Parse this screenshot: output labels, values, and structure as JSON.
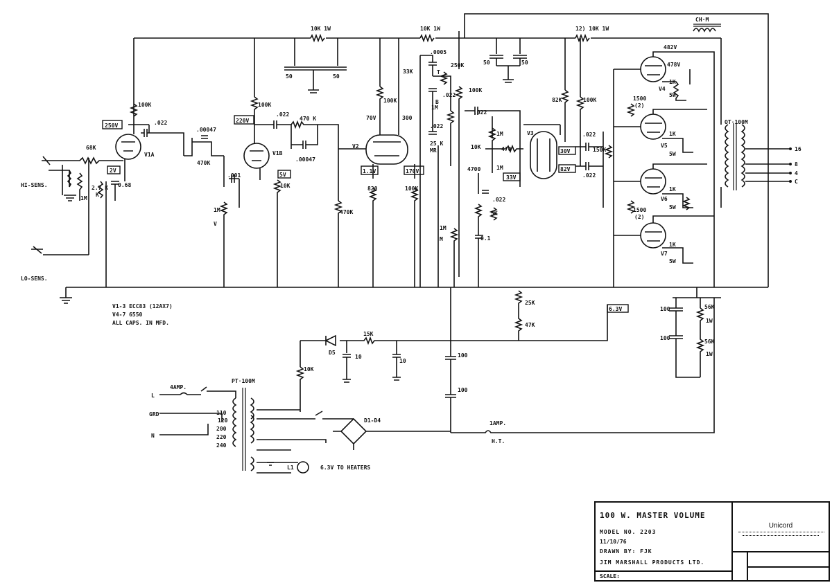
{
  "labels": {
    "r_10k_1w_a": "10K 1W",
    "r_10k_1w_b": "10K 1W",
    "r_12_10k_1w": "12) 10K 1W",
    "choke": "CH·M",
    "cap_50_a": "50",
    "cap_50_b": "50",
    "cap_50_c": "50",
    "cap_50_d": "50",
    "r_100k_v1a": "100K",
    "r_100k_v1b": "100K",
    "r_100k_v2": "100K",
    "r_100k_mid": "100K",
    "r_100k_pi": "100K",
    "r_100k_cath": "100K",
    "v_250": "250V",
    "v_220": "220V",
    "v_70": "70V",
    "v_300": "300",
    "v_1_1": "1.1V",
    "v_170": "170V",
    "v_2": "2V",
    "v_5": "5V",
    "v_33": "33V",
    "v_30": "30V",
    "v_82": "82V",
    "v_482": "482V",
    "v_478": "478V",
    "v_63": "6.3V",
    "c_022_a": ".022",
    "c_022_b": ".022",
    "c_022_c": ".022",
    "c_022_d": ".022",
    "c_022_e": ".022",
    "c_022_f": ".022",
    "c_022_g": ".022",
    "c_00047_a": ".00047",
    "c_00047_b": ".00047",
    "c_0005": ".0005",
    "c_001": ".001",
    "c_068": "0.68",
    "c_01": "0.1",
    "r_470k_a": "470K",
    "r_470k_b": "470 K",
    "r_470k_c": "470K",
    "r_68k": "68K",
    "r_2_7k": "2.7 K",
    "r_1m_a": "1M",
    "r_1m_b": "1M",
    "r_1m_c": "1M",
    "r_1m_d": "1M",
    "r_1m_e": "1M",
    "r_1m_f": "1M",
    "r_10k_a": "10K",
    "r_10k_b": "10K",
    "r_10k_c": "10K",
    "r_33k": "33K",
    "r_250k": "250K",
    "r_25k_mr": "25 K",
    "mr": "MR",
    "t": "T",
    "b": "B",
    "r_470": "470",
    "r_4700": "4700",
    "r_820": "820",
    "r_5k": "5K",
    "r_82k": "82K",
    "r_1500_a": "1500",
    "r_1500_b": "1500",
    "r_1500_a2": "(2)",
    "r_1500_b2": "(2)",
    "r_1k_a": "1K",
    "r_1k_b": "1K",
    "r_1k_c": "1K",
    "r_1k_d": "1K",
    "r_5w_a": "5W",
    "r_5w_b": "5W",
    "r_5w_c": "5W",
    "r_5w_d": "5W",
    "r_25k": "25K",
    "r_47k": "47K",
    "r_15k": "15K",
    "r_56k_a": "56K",
    "r_56k_b": "56K",
    "r_1w_a": "1W",
    "r_1w_b": "1W",
    "r_150k": "150K",
    "c_100_a": "100",
    "c_100_b": "100",
    "c_100_c": "100",
    "c_100_d": "100",
    "c_10_a": "10",
    "c_10_b": "10",
    "v1a": "V1A",
    "v1b": "V1B",
    "v2": "V2",
    "v3": "V3",
    "v4": "V4",
    "v5": "V5",
    "v6": "V6",
    "v7": "V7",
    "v_label": "V",
    "m_label": "M",
    "hi_sens": "HI-SENS.",
    "lo_sens": "LO-SENS.",
    "k_label": "K",
    "ot": "OT·100M",
    "tap_16": "16",
    "tap_8": "8",
    "tap_4": "4",
    "tap_c": "C",
    "notes_1": "V1-3  ECC83 (12AX7)",
    "notes_2": "V4-7  6550",
    "notes_3": "ALL CAPS. IN MFD.",
    "d5": "D5",
    "pt": "PT·100M",
    "amp4": "4AMP.",
    "line_l": "L",
    "line_gnd": "GRD",
    "line_n": "N",
    "tap_110": "110",
    "tap_120": "120",
    "tap_200": "200",
    "tap_220": "220",
    "tap_240": "240",
    "d1_d4": "D1-D4",
    "amp1": "1AMP.",
    "ht": "H.T.",
    "l1": "L1",
    "heaters": "6.3V TO HEATERS"
  },
  "title_block": {
    "title": "100 W. MASTER VOLUME",
    "model": "MODEL NO. 2203",
    "date": "11/10/76",
    "drawn_by": "DRAWN BY: FJK",
    "company": "JIM MARSHALL PRODUCTS LTD.",
    "scale": "SCALE:",
    "brand": "Unicord"
  }
}
